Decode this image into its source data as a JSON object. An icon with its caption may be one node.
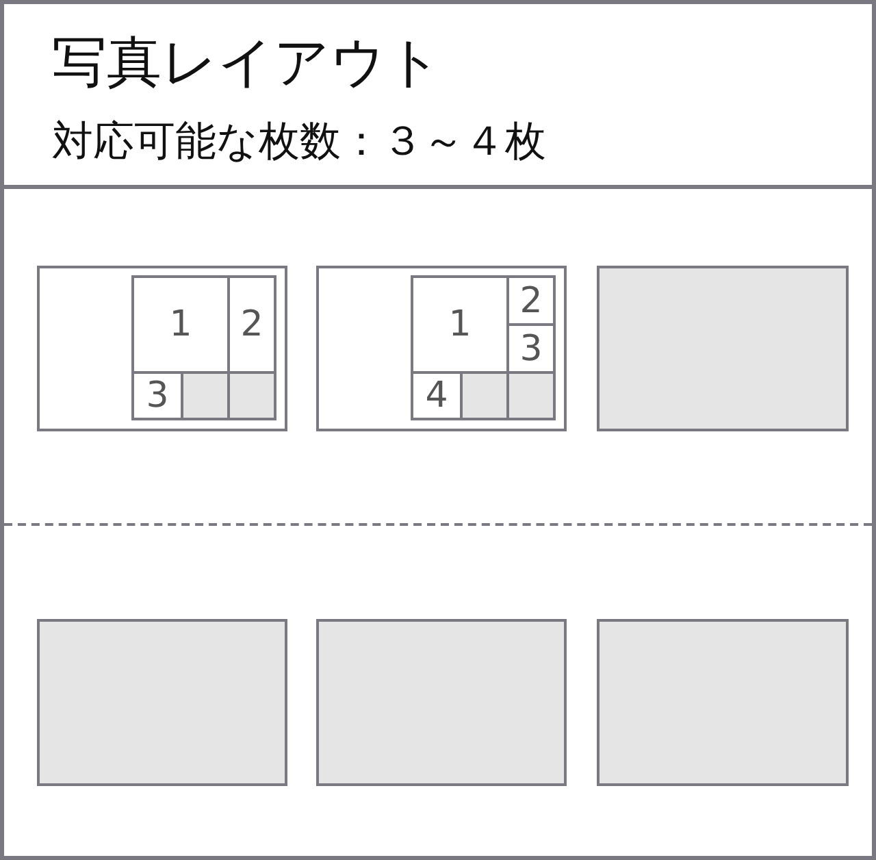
{
  "diagram": {
    "title": "写真レイアウト",
    "nodes": [
      {
        "text": [],
        "shape": "box"
      },
      {
        "text": [
          "1"
        ],
        "in": 0
      },
      {
        "text": [
          "2"
        ],
        "in": 0
      },
      {
        "text": [
          "3"
        ],
        "in": 0
      },
      {
        "text": [],
        "shape": "box",
        "in": 0
      },
      {
        "text": [],
        "shape": "box",
        "in": 0
      },
      {
        "text": [],
        "shape": "box"
      },
      {
        "text": [
          "1"
        ],
        "in": 6
      },
      {
        "text": [
          "2"
        ],
        "in": 6
      },
      {
        "text": [
          "3"
        ],
        "in": 6
      },
      {
        "text": [
          "4"
        ],
        "in": 6
      },
      {
        "text": [],
        "shape": "box",
        "in": 6
      },
      {
        "text": [],
        "shape": "box",
        "in": 6
      },
      {
        "text": [],
        "shape": "box"
      },
      {
        "text": [],
        "shape": "box"
      },
      {
        "text": [],
        "shape": "box"
      },
      {
        "text": [],
        "shape": "box"
      }
    ],
    "labels": [
      "対応可能な枚数：３～４枚"
    ]
  }
}
